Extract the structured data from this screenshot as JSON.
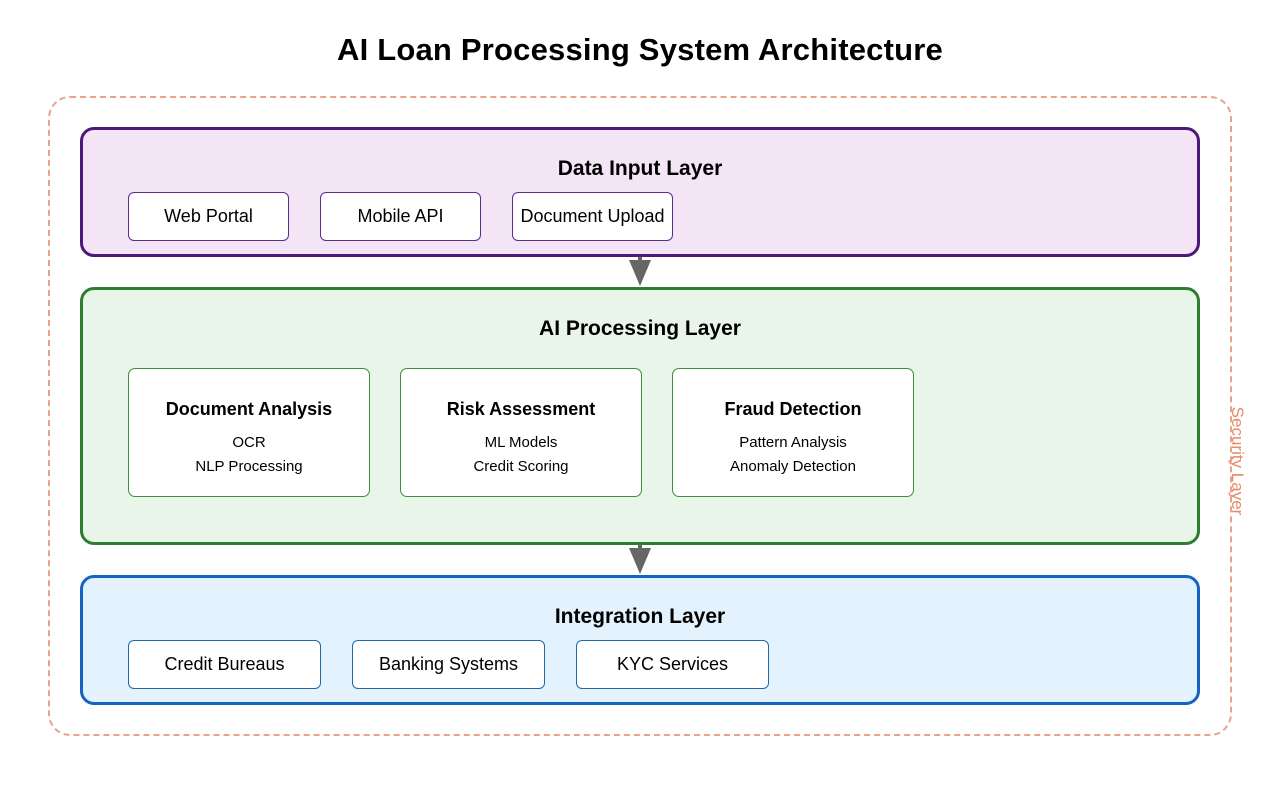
{
  "title": "AI Loan Processing System Architecture",
  "security_layer": {
    "label": "Security Layer",
    "border_color": "#e8a489"
  },
  "layers": {
    "input": {
      "title": "Data Input Layer",
      "color": "#4a1a7a",
      "fill": "#f3e5f5",
      "items": [
        "Web Portal",
        "Mobile API",
        "Document Upload"
      ]
    },
    "ai": {
      "title": "AI Processing Layer",
      "color": "#2e7d32",
      "fill": "#e8f5e9",
      "modules": [
        {
          "title": "Document Analysis",
          "lines": [
            "OCR",
            "NLP Processing"
          ]
        },
        {
          "title": "Risk Assessment",
          "lines": [
            "ML Models",
            "Credit Scoring"
          ]
        },
        {
          "title": "Fraud Detection",
          "lines": [
            "Pattern Analysis",
            "Anomaly Detection"
          ]
        }
      ]
    },
    "integration": {
      "title": "Integration Layer",
      "color": "#1565c0",
      "fill": "#e3f2fd",
      "items": [
        "Credit Bureaus",
        "Banking Systems",
        "KYC Services"
      ]
    }
  },
  "arrow_color": "#666666"
}
